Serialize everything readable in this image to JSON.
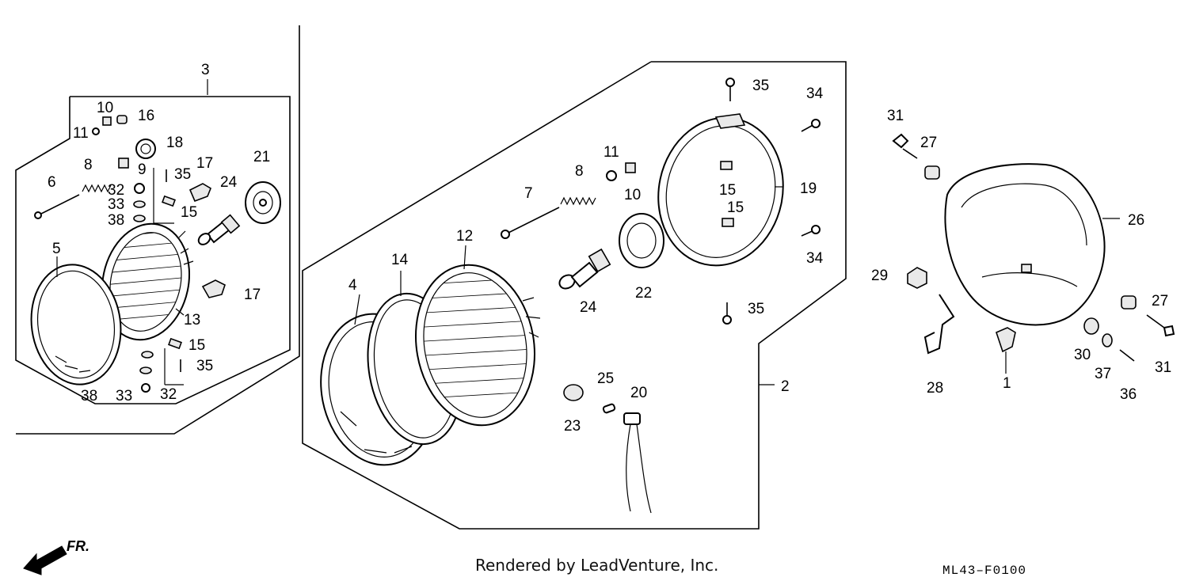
{
  "footer": {
    "credit": "Rendered by LeadVenture, Inc.",
    "diagram_code": "ML43–F0100"
  },
  "direction_arrow": {
    "label": "FR.",
    "icon": "front-direction-arrow-icon"
  },
  "callouts": {
    "c1": "1",
    "c2": "2",
    "c3": "3",
    "c4": "4",
    "c5": "5",
    "c6": "6",
    "c7": "7",
    "c8a": "8",
    "c8b": "8",
    "c9": "9",
    "c10a": "10",
    "c10b": "10",
    "c11a": "11",
    "c11b": "11",
    "c12": "12",
    "c13": "13",
    "c14": "14",
    "c15a": "15",
    "c15b": "15",
    "c15c": "15",
    "c15d": "15",
    "c16": "16",
    "c17a": "17",
    "c17b": "17",
    "c18": "18",
    "c19": "19",
    "c20": "20",
    "c21": "21",
    "c22": "22",
    "c23": "23",
    "c24a": "24",
    "c24b": "24",
    "c25": "25",
    "c26": "26",
    "c27a": "27",
    "c27b": "27",
    "c28": "28",
    "c29": "29",
    "c30": "30",
    "c31a": "31",
    "c31b": "31",
    "c32a": "32",
    "c32b": "32",
    "c33a": "33",
    "c33b": "33",
    "c34a": "34",
    "c34b": "34",
    "c35a": "35",
    "c35b": "35",
    "c35c": "35",
    "c35d": "35",
    "c36": "36",
    "c37": "37",
    "c38a": "38",
    "c38b": "38"
  }
}
